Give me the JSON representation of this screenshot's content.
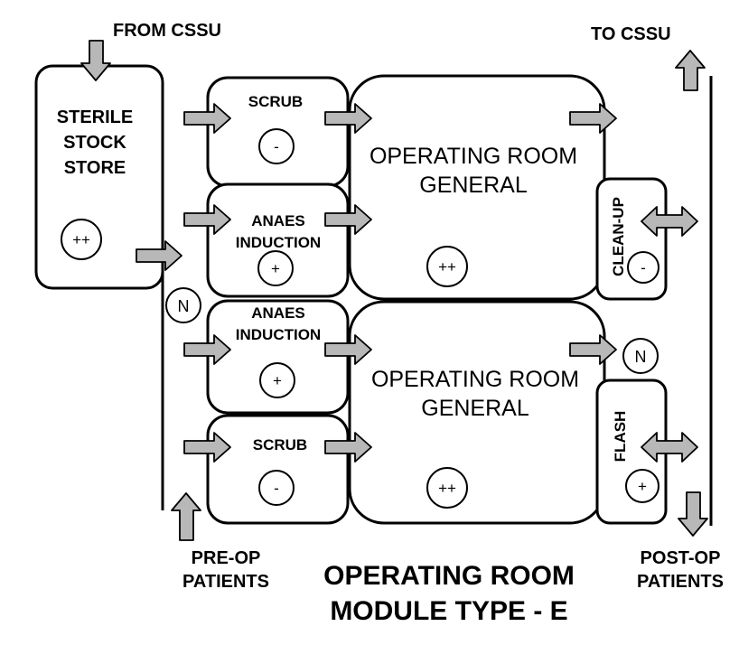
{
  "labels": {
    "from_cssu": "FROM CSSU",
    "to_cssu": "TO CSSU",
    "pre_op": [
      "PRE-OP",
      "PATIENTS"
    ],
    "post_op": [
      "POST-OP",
      "PATIENTS"
    ],
    "title": [
      "OPERATING ROOM",
      "MODULE TYPE - E"
    ]
  },
  "rooms": {
    "sterile_store": {
      "name": [
        "STERILE",
        "STOCK",
        "STORE"
      ],
      "symbol": "++"
    },
    "scrub_top": {
      "name": "SCRUB",
      "symbol": "-"
    },
    "anaes_top": {
      "name": [
        "ANAES",
        "INDUCTION"
      ],
      "symbol": "+"
    },
    "anaes_bottom": {
      "name": [
        "ANAES",
        "INDUCTION"
      ],
      "symbol": "+"
    },
    "scrub_bottom": {
      "name": "SCRUB",
      "symbol": "-"
    },
    "or_top": {
      "name": [
        "OPERATING ROOM",
        "GENERAL"
      ],
      "symbol": "++"
    },
    "or_bottom": {
      "name": [
        "OPERATING ROOM",
        "GENERAL"
      ],
      "symbol": "++"
    },
    "clean_up": {
      "name": "CLEAN-UP",
      "symbol": "-"
    },
    "flash": {
      "name": "FLASH",
      "symbol": "+"
    }
  },
  "neutral_markers": [
    "N",
    "N"
  ]
}
